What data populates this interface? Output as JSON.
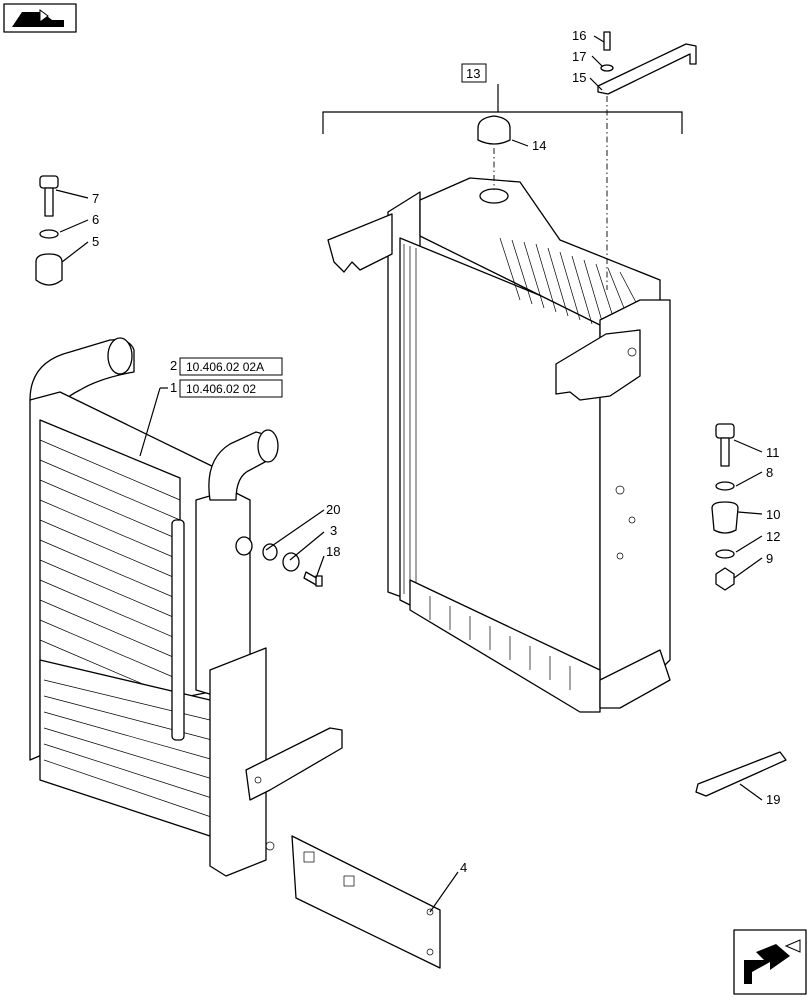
{
  "callouts": {
    "c1": "1",
    "c2": "2",
    "c3": "3",
    "c4": "4",
    "c5": "5",
    "c6": "6",
    "c7": "7",
    "c8": "8",
    "c9": "9",
    "c10": "10",
    "c11": "11",
    "c12": "12",
    "c13": "13",
    "c14": "14",
    "c15": "15",
    "c16": "16",
    "c17": "17",
    "c18": "18",
    "c19": "19",
    "c20": "20"
  },
  "references": {
    "ref1": "10.406.02 02",
    "ref2": "10.406.02 02A"
  },
  "icons": {
    "top_left": "assembly-view-icon",
    "bottom_right": "navigation-arrow-icon"
  }
}
